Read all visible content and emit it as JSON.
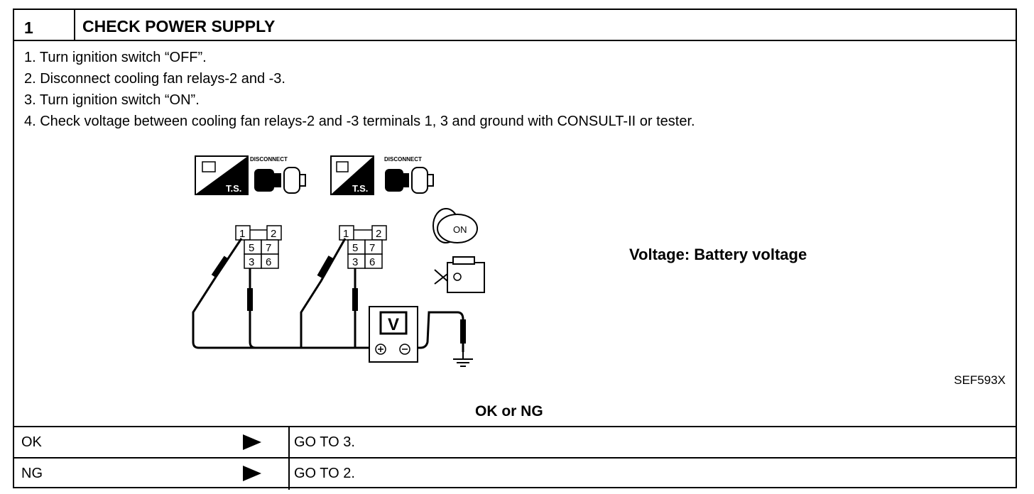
{
  "step": {
    "number": "1",
    "title": "CHECK POWER SUPPLY"
  },
  "instructions": [
    "1. Turn ignition switch “OFF”.",
    "2. Disconnect cooling fan relays-2 and -3.",
    "3. Turn ignition switch “ON”.",
    "4. Check voltage between cooling fan relays-2 and -3 terminals 1, 3 and ground with CONSULT-II or tester."
  ],
  "figure": {
    "icons": {
      "ts_label": "T.S.",
      "disconnect_label": "DISCONNECT",
      "ignition_label": "ON",
      "meter_label": "V"
    },
    "connector_terminals": [
      "1",
      "2",
      "5",
      "7",
      "3",
      "6"
    ],
    "spec": "Voltage: Battery voltage",
    "figure_code": "SEF593X"
  },
  "decision": "OK or NG",
  "results": [
    {
      "label": "OK",
      "action": "GO TO 3."
    },
    {
      "label": "NG",
      "action": "GO TO 2."
    }
  ]
}
